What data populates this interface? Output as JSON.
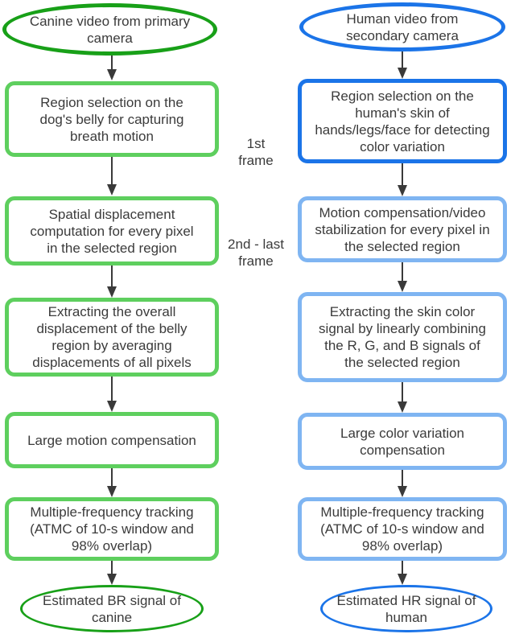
{
  "colors": {
    "canine_dark": "#18a018",
    "canine_light": "#5ecf5e",
    "human_dark": "#1b74e8",
    "human_light": "#7fb5f2",
    "arrow": "#3a3a3a",
    "text": "#3b3b3b",
    "background": "#ffffff"
  },
  "flowchart": {
    "canine": {
      "nodes": [
        {
          "shape": "ellipse",
          "label": "Canine video from primary\ncamera"
        },
        {
          "shape": "rect",
          "label": "Region selection on the\ndog's belly for capturing\nbreath motion"
        },
        {
          "shape": "rect",
          "label": "Spatial displacement\ncomputation for every pixel\nin the selected region"
        },
        {
          "shape": "rect",
          "label": "Extracting the overall\ndisplacement of the belly\nregion by averaging\ndisplacements of all pixels"
        },
        {
          "shape": "rect",
          "label": "Large motion compensation"
        },
        {
          "shape": "rect",
          "label": "Multiple-frequency tracking\n(ATMC of 10-s window and\n98% overlap)"
        },
        {
          "shape": "ellipse",
          "label": "Estimated BR signal of\ncanine"
        }
      ]
    },
    "human": {
      "nodes": [
        {
          "shape": "ellipse",
          "label": "Human video from\nsecondary camera"
        },
        {
          "shape": "rect",
          "label": "Region selection on the\nhuman's skin of\nhands/legs/face for detecting\ncolor variation"
        },
        {
          "shape": "rect",
          "label": "Motion compensation/video\nstabilization for every pixel in\nthe selected region"
        },
        {
          "shape": "rect",
          "label": "Extracting the skin color\nsignal by linearly combining\nthe R, G, and B signals of\nthe selected region"
        },
        {
          "shape": "rect",
          "label": "Large color variation\ncompensation"
        },
        {
          "shape": "rect",
          "label": "Multiple-frequency tracking\n(ATMC of 10-s window and\n98% overlap)"
        },
        {
          "shape": "ellipse",
          "label": "Estimated HR signal of\nhuman"
        }
      ]
    },
    "annotations": {
      "first_frame": "1st\nframe",
      "second_to_last_frame": "2nd - last\nframe"
    }
  }
}
